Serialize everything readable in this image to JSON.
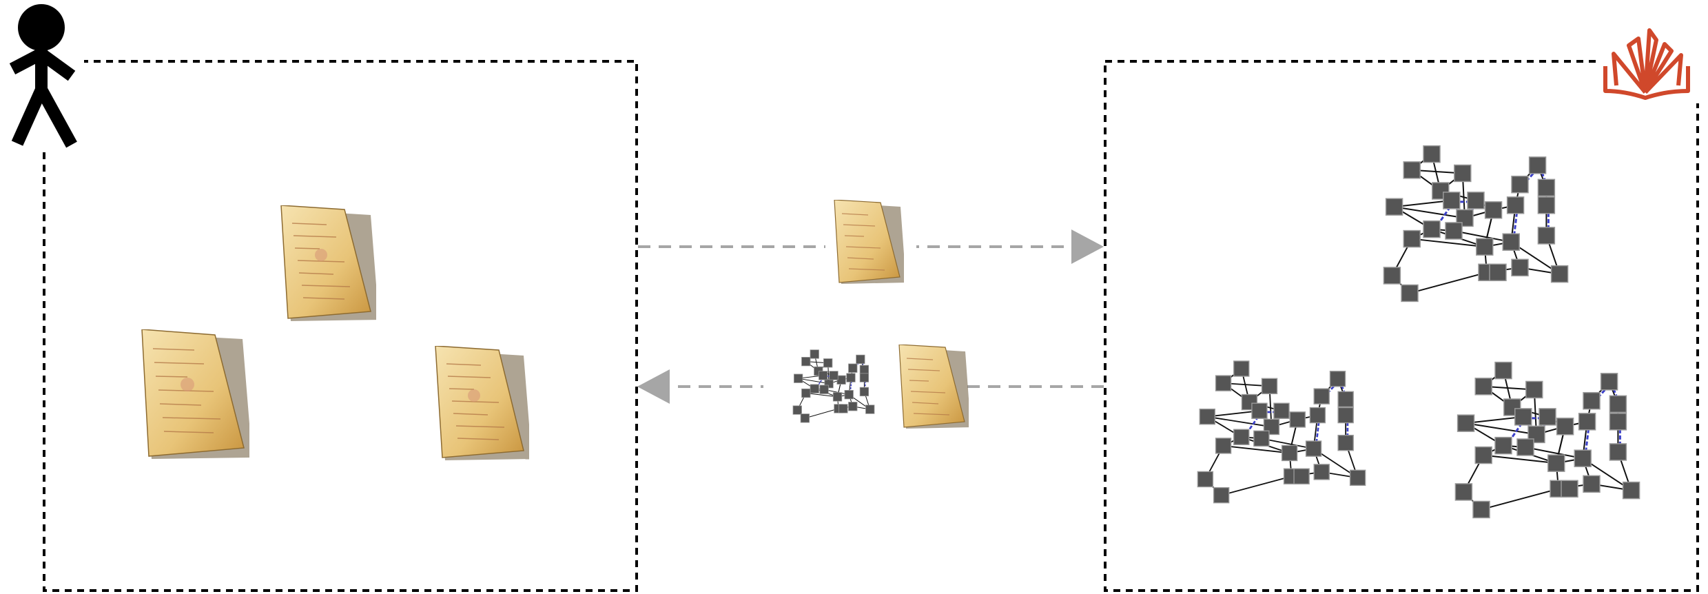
{
  "diagram": {
    "left_box": {
      "role": "user",
      "actor_icon": "person-icon",
      "documents": [
        {
          "icon": "manuscript-page-icon"
        },
        {
          "icon": "manuscript-page-icon"
        },
        {
          "icon": "manuscript-page-icon"
        }
      ]
    },
    "right_box": {
      "role": "library",
      "actor_icon": "library-book-logo-icon",
      "graphs": [
        {
          "icon": "graph-network-icon"
        },
        {
          "icon": "graph-network-icon"
        },
        {
          "icon": "graph-network-icon"
        }
      ]
    },
    "flows": [
      {
        "direction": "left-to-right",
        "payload": [
          "manuscript-page-icon"
        ]
      },
      {
        "direction": "right-to-left",
        "payload": [
          "graph-network-icon",
          "manuscript-page-icon"
        ]
      }
    ],
    "colors": {
      "box_border": "#000000",
      "arrow": "#a6a6a6",
      "logo": "#d0482b",
      "node": "#555555",
      "edge": "#111111",
      "edge_highlight": "#3a3fc8",
      "paper_light": "#f3dca0",
      "paper_dark": "#c9953f"
    }
  }
}
